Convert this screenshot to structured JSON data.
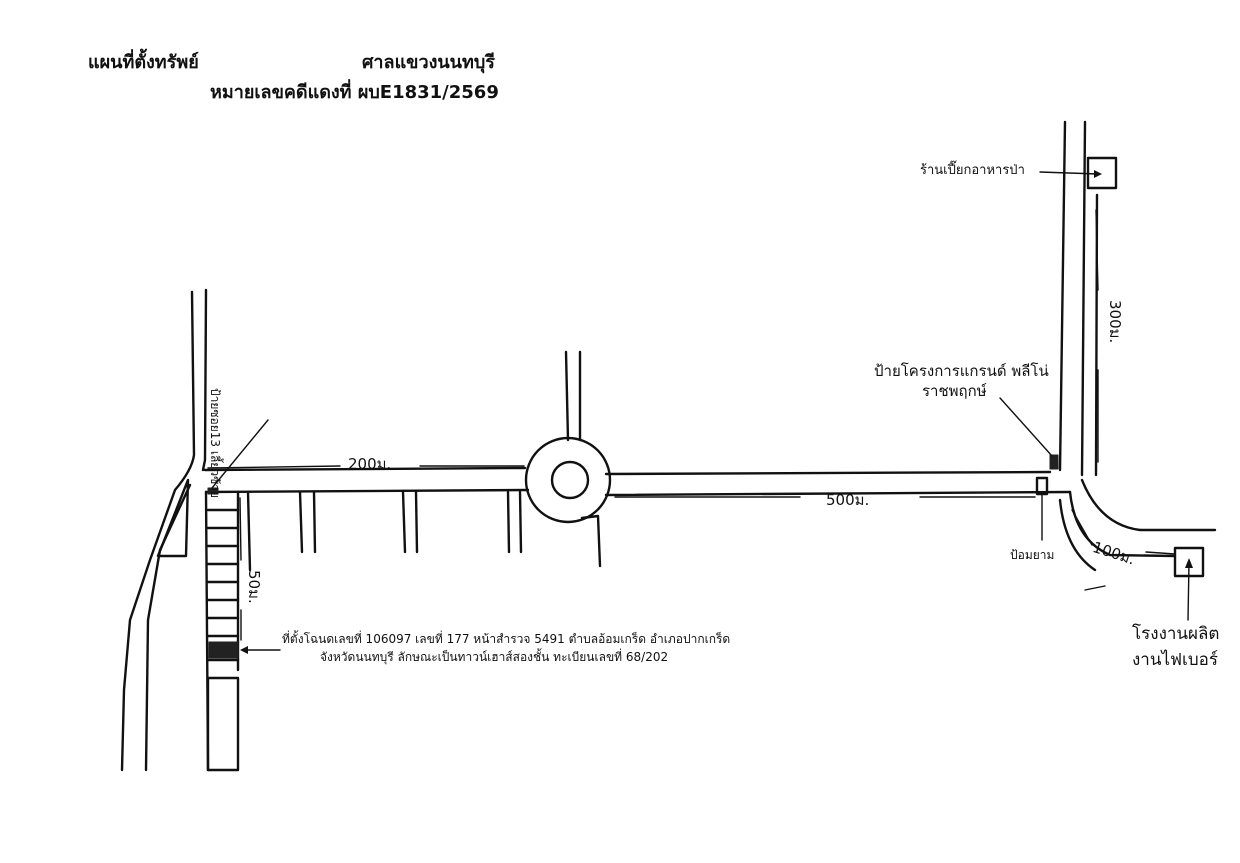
{
  "header": {
    "title": "แผนที่ตั้งทรัพย์",
    "court": "ศาลแขวงนนทบุรี",
    "case_number": "หมายเลขคดีแดงที่ ผบE1831/2569"
  },
  "labels": {
    "soi_sign": "ป้ายซอย13 เลี้ยวซ้าย",
    "restaurant": "ร้านเปี๊ยกอาหารป่า",
    "project_sign_line1": "ป้ายโครงการแกรนด์ พลีโน่",
    "project_sign_line2": "ราชพฤกษ์",
    "police_box": "ป้อมยาม",
    "factory_line1": "โรงงานผลิต",
    "factory_line2": "งานไฟเบอร์",
    "property_line1": "ที่ตั้งโฉนดเลขที่ 106097 เลขที่ 177 หน้าสำรวจ 5491 ตำบลอ้อมเกร็ด อำเภอปากเกร็ด",
    "property_line2": "จังหวัดนนทบุรี ลักษณะเป็นทาวน์เฮาส์สองชั้น ทะเบียนเลขที่ 68/202"
  },
  "distances": {
    "d200": "200ม.",
    "d500": "500ม.",
    "d300": "300ม.",
    "d100": "100ม.",
    "d50": "50ม."
  }
}
